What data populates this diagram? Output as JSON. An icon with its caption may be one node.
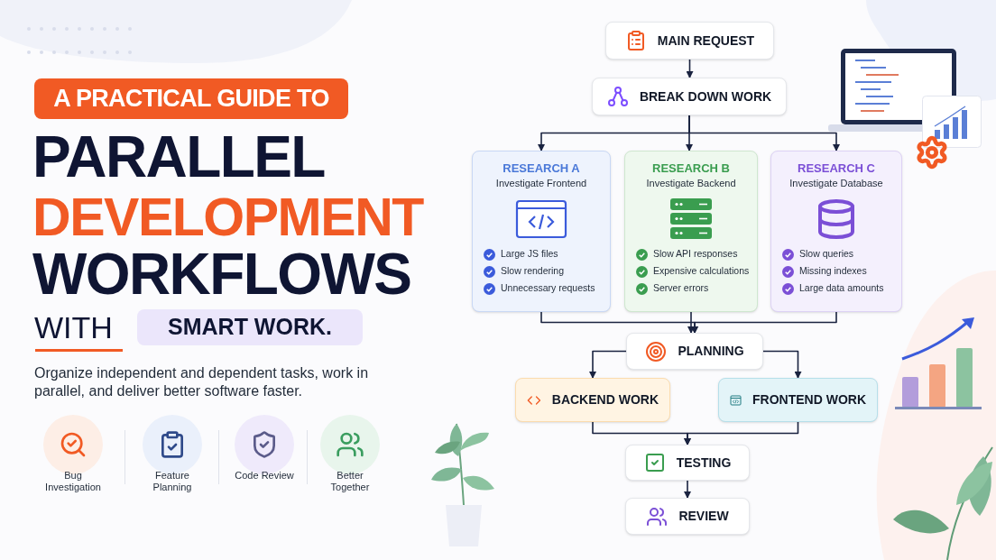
{
  "diagram": {
    "nodes": [
      {
        "text": [
          "MAIN REQUEST"
        ]
      },
      {
        "text": [
          "BREAK DOWN WORK"
        ]
      },
      {
        "text": [
          "RESEARCH A",
          "Investigate Frontend",
          "Large JS files",
          "Slow rendering",
          "Unnecessary requests"
        ]
      },
      {
        "text": [
          "RESEARCH B",
          "Investigate Backend",
          "Slow API responses",
          "Expensive calculations",
          "Server errors"
        ]
      },
      {
        "text": [
          "RESEARCH C",
          "Investigate Database",
          "Slow queries",
          "Missing indexes",
          "Large data amounts"
        ]
      },
      {
        "text": [
          "PLANNING"
        ]
      },
      {
        "text": [
          "BACKEND WORK"
        ]
      },
      {
        "text": [
          "FRONTEND WORK"
        ]
      },
      {
        "text": [
          "TESTING"
        ]
      },
      {
        "text": [
          "REVIEW"
        ]
      }
    ],
    "edges": [
      {
        "from": 0,
        "to": 1,
        "arrow": "to"
      },
      {
        "from": 1,
        "to": 2,
        "arrow": "to"
      },
      {
        "from": 1,
        "to": 3,
        "arrow": "to"
      },
      {
        "from": 1,
        "to": 4,
        "arrow": "to"
      },
      {
        "from": 2,
        "to": 5,
        "arrow": "to"
      },
      {
        "from": 3,
        "to": 5,
        "arrow": "to"
      },
      {
        "from": 4,
        "to": 5,
        "arrow": "to"
      },
      {
        "from": 5,
        "to": 6,
        "arrow": "to"
      },
      {
        "from": 5,
        "to": 7,
        "arrow": "to"
      },
      {
        "from": 6,
        "to": 8,
        "arrow": "to"
      },
      {
        "from": 7,
        "to": 8,
        "arrow": "to"
      },
      {
        "from": 8,
        "to": 9,
        "arrow": "to"
      }
    ],
    "labels": [
      "A PRACTICAL GUIDE TO",
      "PARALLEL",
      "DEVELOPMENT",
      "WORKFLOWS",
      "WITH",
      "SMART WORK.",
      "Organize independent and dependent tasks, work in parallel, and deliver better software faster.",
      "Bug Investigation",
      "Feature Planning",
      "Code Review",
      "Better Together"
    ]
  }
}
